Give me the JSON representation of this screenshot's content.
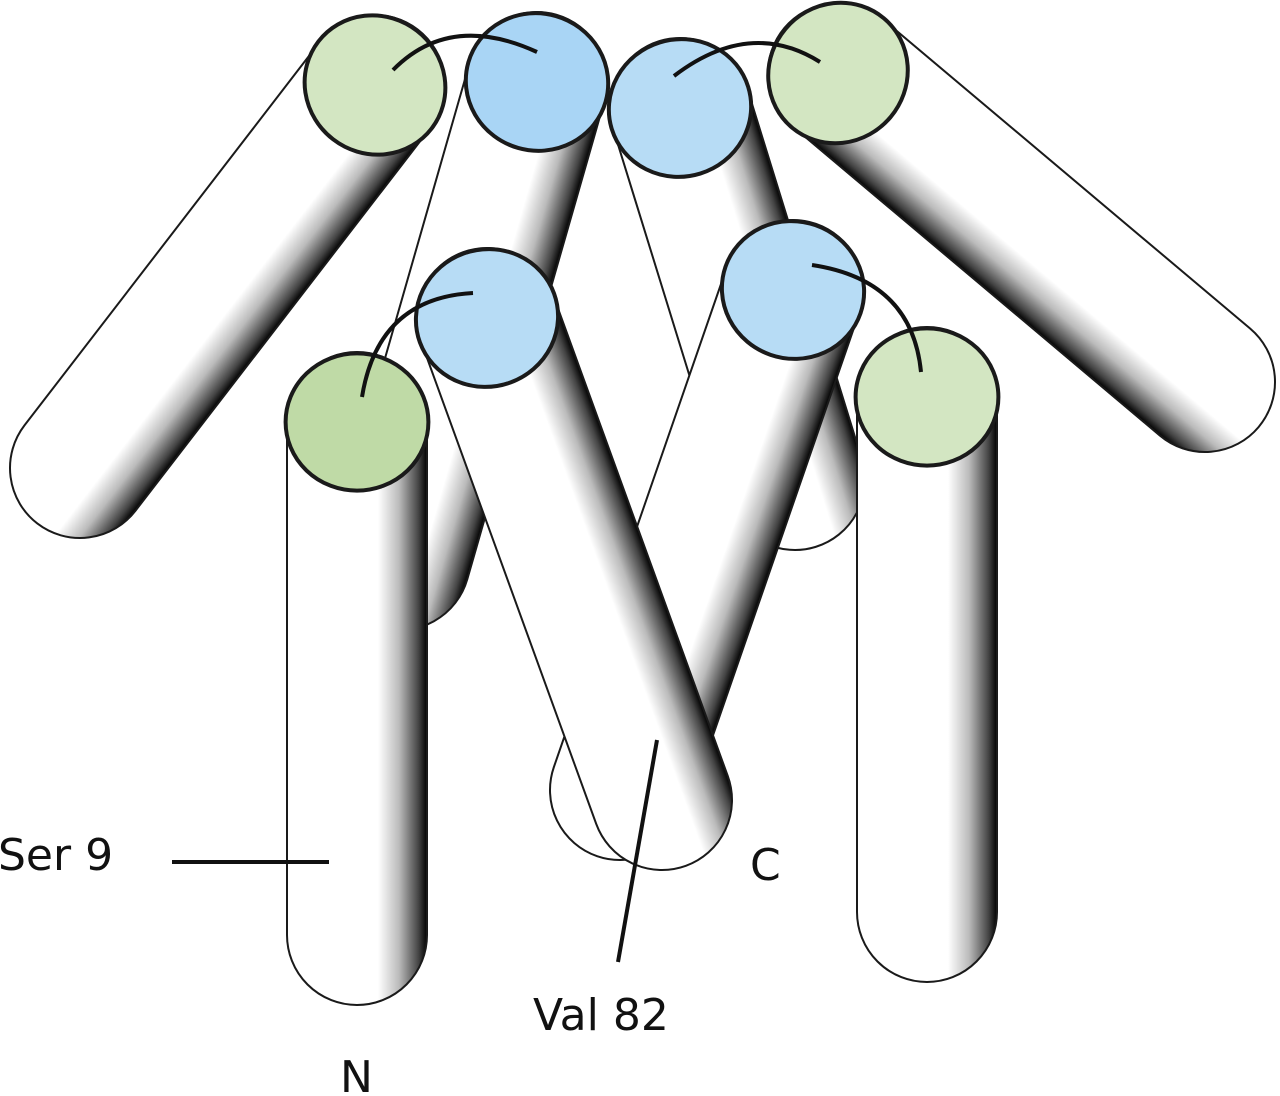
{
  "diagram": {
    "type": "helix-bundle-topology",
    "labels": {
      "ser": "Ser 9",
      "val": "Val 82",
      "c_term": "C",
      "n_term": "N"
    },
    "colors": {
      "green_cap": "#d3e6c2",
      "green_cap_dark": "#bfdaa6",
      "blue_cap": "#a9d5f5",
      "blue_cap_light": "#b7dcf5",
      "outline": "#1a1a1a"
    }
  }
}
